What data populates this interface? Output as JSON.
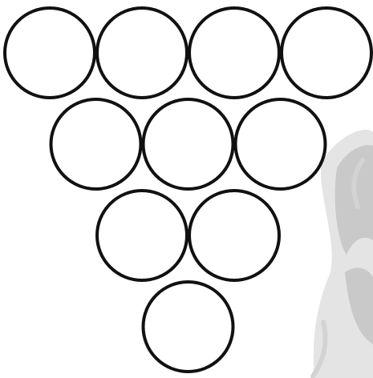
{
  "diagram": {
    "kind": "triangular circle arrangement",
    "rows": [
      {
        "count": 4
      },
      {
        "count": 3
      },
      {
        "count": 2
      },
      {
        "count": 1
      }
    ],
    "circle_fill": "#ffffff",
    "circle_stroke": "#111111"
  },
  "watermark": {
    "icon": "faded-figure-watermark-icon",
    "color": "#c9c9c9"
  }
}
